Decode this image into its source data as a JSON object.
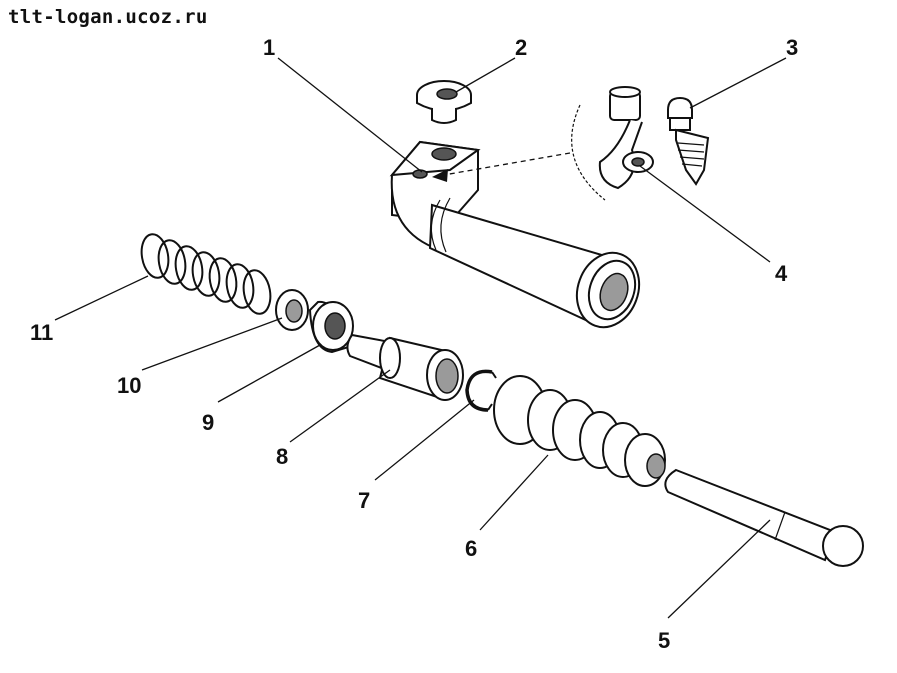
{
  "watermark": "tlt-logan.ucoz.ru",
  "callouts": [
    {
      "id": "1",
      "text": "1"
    },
    {
      "id": "2",
      "text": "2"
    },
    {
      "id": "3",
      "text": "3"
    },
    {
      "id": "4",
      "text": "4"
    },
    {
      "id": "5",
      "text": "5"
    },
    {
      "id": "6",
      "text": "6"
    },
    {
      "id": "7",
      "text": "7"
    },
    {
      "id": "8",
      "text": "8"
    },
    {
      "id": "9",
      "text": "9"
    },
    {
      "id": "10",
      "text": "10"
    },
    {
      "id": "11",
      "text": "11"
    }
  ]
}
